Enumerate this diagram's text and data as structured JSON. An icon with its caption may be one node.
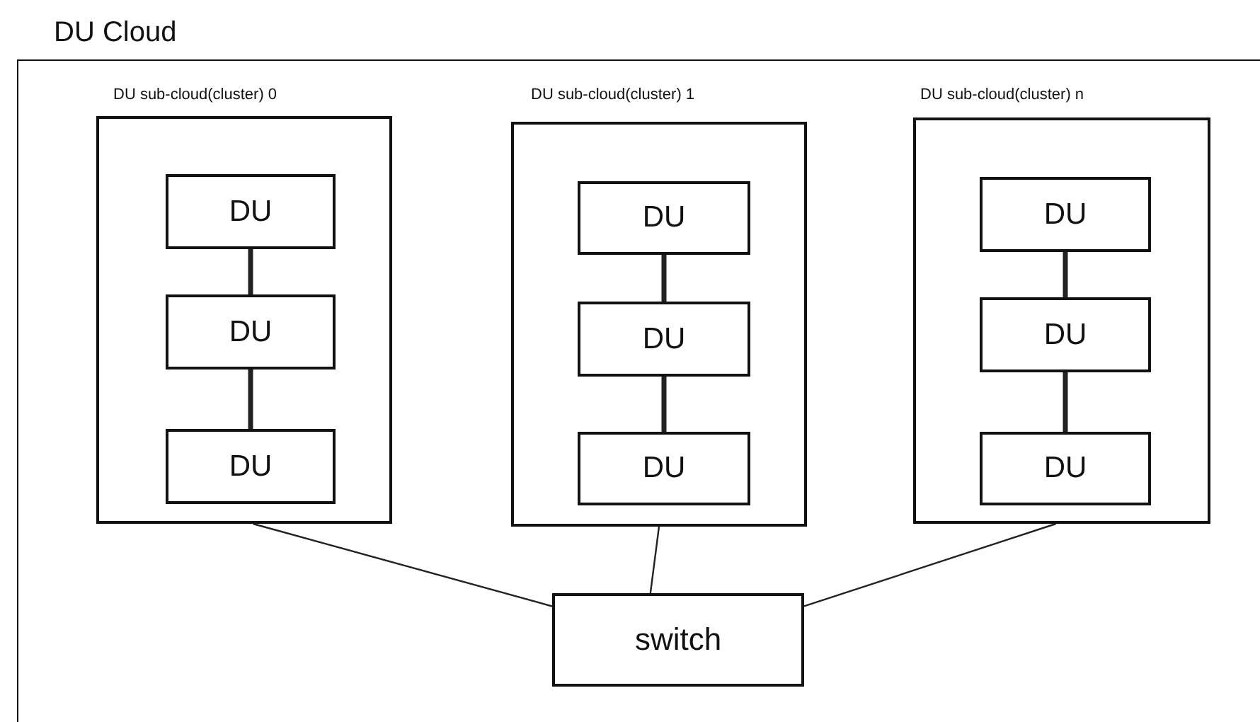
{
  "diagram": {
    "nodes": [
      {
        "text": [
          "DU Cloud"
        ]
      },
      {
        "text": [
          "DU sub-cloud(cluster) 0"
        ],
        "in": 0
      },
      {
        "text": [
          "DU"
        ],
        "in": 1
      },
      {
        "text": [
          "DU"
        ],
        "in": 1
      },
      {
        "text": [
          "DU"
        ],
        "in": 1
      },
      {
        "text": [
          "DU sub-cloud(cluster) 1"
        ],
        "in": 0
      },
      {
        "text": [
          "DU"
        ],
        "in": 5
      },
      {
        "text": [
          "DU"
        ],
        "in": 5
      },
      {
        "text": [
          "DU"
        ],
        "in": 5
      },
      {
        "text": [
          "DU sub-cloud(cluster) n"
        ],
        "in": 0
      },
      {
        "text": [
          "DU"
        ],
        "in": 9
      },
      {
        "text": [
          "DU"
        ],
        "in": 9
      },
      {
        "text": [
          "DU"
        ],
        "in": 9
      },
      {
        "text": [
          "switch"
        ],
        "in": 0
      }
    ],
    "edges": [
      {
        "from": 2,
        "to": 3,
        "arrow": "none"
      },
      {
        "from": 3,
        "to": 4,
        "arrow": "none"
      },
      {
        "from": 6,
        "to": 7,
        "arrow": "none"
      },
      {
        "from": 7,
        "to": 8,
        "arrow": "none"
      },
      {
        "from": 10,
        "to": 11,
        "arrow": "none"
      },
      {
        "from": 11,
        "to": 12,
        "arrow": "none"
      },
      {
        "from": 1,
        "to": 13,
        "arrow": "none"
      },
      {
        "from": 5,
        "to": 13,
        "arrow": "none"
      },
      {
        "from": 9,
        "to": 13,
        "arrow": "none"
      }
    ]
  }
}
